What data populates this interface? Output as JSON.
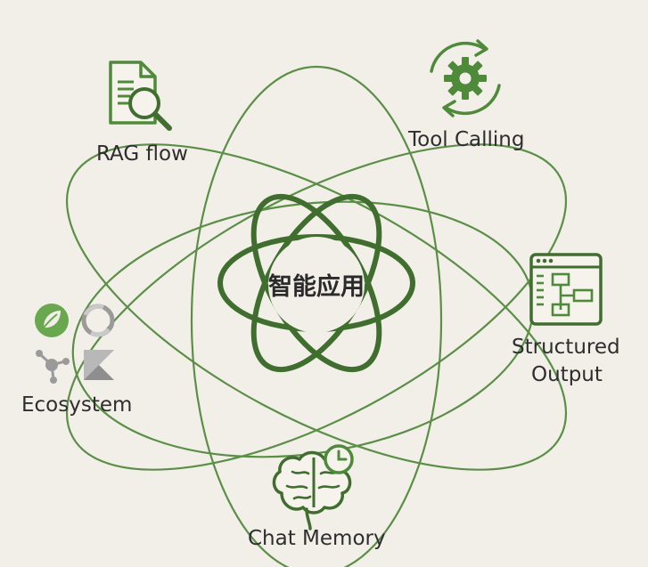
{
  "center": {
    "title": "智能应用"
  },
  "nodes": {
    "rag": {
      "label": "RAG flow",
      "icon": "document-search-icon"
    },
    "tool": {
      "label": "Tool Calling",
      "icon": "gear-cycle-icon"
    },
    "structured": {
      "line1": "Structured",
      "line2": "Output",
      "icon": "structured-window-icon"
    },
    "ecosystem": {
      "label": "Ecosystem",
      "icons": [
        "spring-leaf-icon",
        "ring-logo-icon",
        "hub-network-icon",
        "kotlin-logo-icon"
      ]
    },
    "memory": {
      "label": "Chat Memory",
      "icon": "brain-clock-icon"
    }
  },
  "colors": {
    "background": "#f2efe8",
    "accent": "#4e8a3a",
    "dark": "#3f6e2e",
    "line": "#5b8f47",
    "text": "#2e2e2e"
  }
}
